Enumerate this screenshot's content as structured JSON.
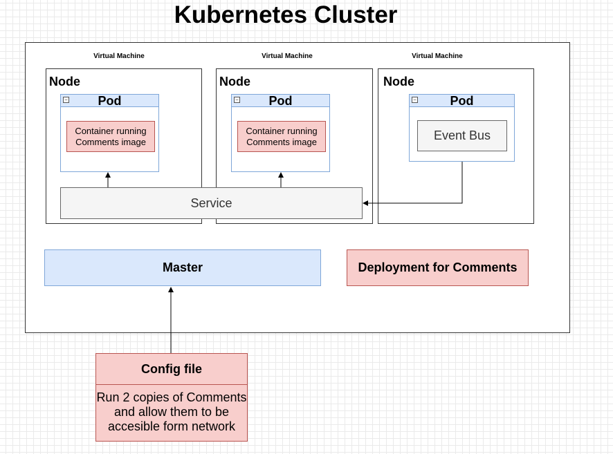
{
  "title": "Kubernetes Cluster",
  "virtual_machines": [
    {
      "label": "Virtual Machine"
    },
    {
      "label": "Virtual Machine"
    },
    {
      "label": "Virtual Machine"
    }
  ],
  "nodes": [
    {
      "label": "Node",
      "pod": {
        "label": "Pod",
        "content": "Container running Comments image"
      }
    },
    {
      "label": "Node",
      "pod": {
        "label": "Pod",
        "content": "Container running Comments image"
      }
    },
    {
      "label": "Node",
      "pod": {
        "label": "Pod",
        "content": "Event Bus"
      }
    }
  ],
  "service": {
    "label": "Service"
  },
  "master": {
    "label": "Master"
  },
  "deployment": {
    "label": "Deployment for Comments"
  },
  "config": {
    "title": "Config file",
    "body_lines": [
      "Run 2 copies of Comments",
      "and allow them to be",
      "accesible form network"
    ]
  },
  "colors": {
    "blue_fill": "#dae8fc",
    "blue_stroke": "#7ea6d8",
    "red_fill": "#f8cecc",
    "red_stroke": "#b85450",
    "gray_fill": "#f5f5f5",
    "gray_stroke": "#666666"
  }
}
